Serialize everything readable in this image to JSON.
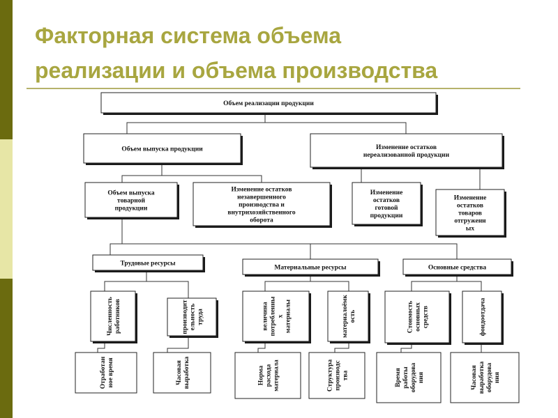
{
  "title_line_1": "Факторная система объема",
  "title_line_2": "реализации и объема производства",
  "colors": {
    "title": "#a8a640",
    "stripe_dark": "#6b6b0f",
    "stripe_light": "#e7e6a6",
    "rule": "#b6b26a"
  },
  "nodes": {
    "root": [
      "Объем реализации продукции"
    ],
    "output": [
      "Объем выпуска продукции"
    ],
    "stock_change": [
      "Изменение остатков",
      "нереализованной продукции"
    ],
    "marketable": [
      "Объем выпуска",
      "товарной",
      "продукции"
    ],
    "wip": [
      "Изменение остатков",
      "незавершенного",
      "производства и",
      "внутрихозяйственного",
      "оборота"
    ],
    "finished": [
      "Изменение",
      "остатков",
      "готовой",
      "продукции"
    ],
    "shipped": [
      "Изменение",
      "остатков",
      "товаров",
      "отгруженн",
      "ых"
    ],
    "labor": [
      "Трудовые ресурсы"
    ],
    "material": [
      "Материальные ресурсы"
    ],
    "fixed": [
      "Основные средства"
    ],
    "headcount": [
      "Численность",
      "работников"
    ],
    "productivity": [
      "производит",
      "ельность",
      "труда"
    ],
    "mat_qty": [
      "величина",
      "потребленны",
      "х",
      "материалы"
    ],
    "mat_intensity": [
      "материалоёмк",
      "ость"
    ],
    "asset_value": [
      "Стоимость",
      "основных",
      "средств"
    ],
    "capital_ret": [
      "фондоотдача"
    ],
    "worked_time": [
      "Отработан",
      "ное время"
    ],
    "hourly_output": [
      "Часовая",
      "выработка"
    ],
    "mat_norm": [
      "Норма",
      "расхода",
      "материала"
    ],
    "prod_struct": [
      "Структура",
      "производс",
      "тва"
    ],
    "equip_time": [
      "Время",
      "работы",
      "оборудова",
      "ния"
    ],
    "equip_output": [
      "Часовая",
      "выработка",
      "оборудова",
      "ния"
    ]
  }
}
